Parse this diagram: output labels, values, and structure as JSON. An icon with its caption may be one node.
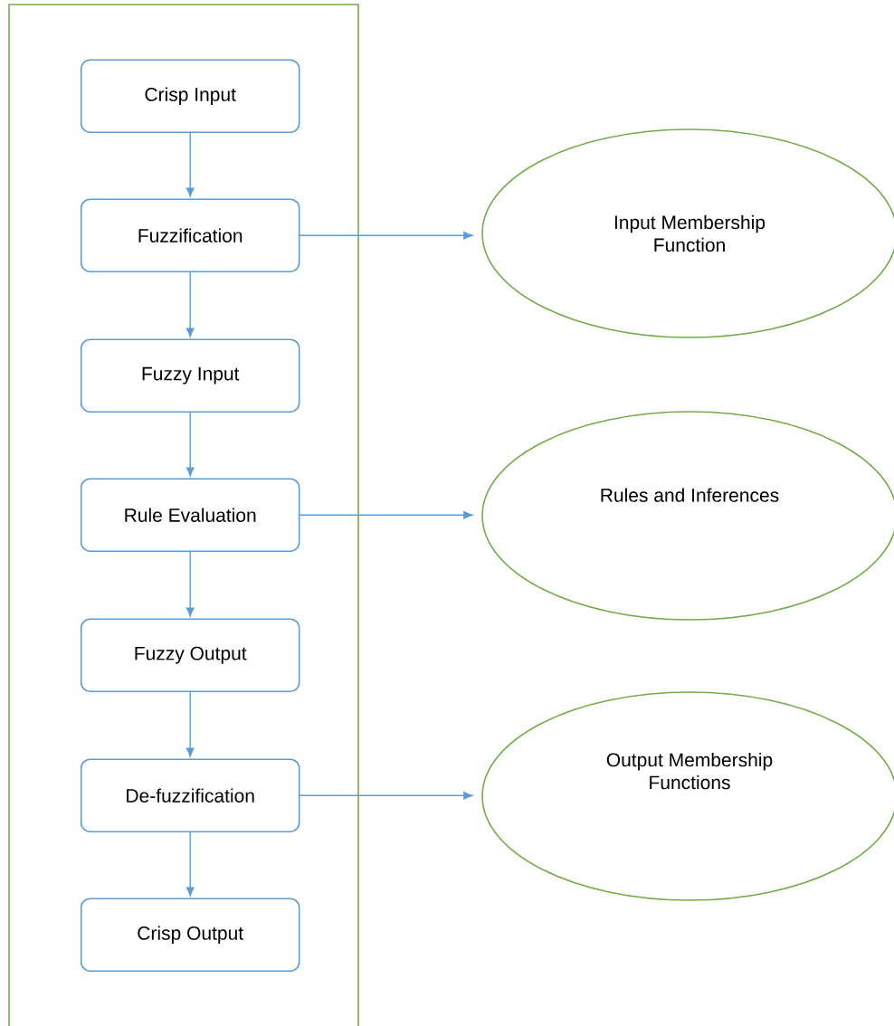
{
  "diagram": {
    "nodes": [
      {
        "text": [],
        "shape": "box"
      },
      {
        "text": [
          "Crisp Input"
        ],
        "in": 0
      },
      {
        "text": [
          "Fuzzification"
        ],
        "in": 0
      },
      {
        "text": [
          "Fuzzy Input"
        ],
        "in": 0
      },
      {
        "text": [
          "Rule Evaluation"
        ],
        "in": 0
      },
      {
        "text": [
          "Fuzzy Output"
        ],
        "in": 0
      },
      {
        "text": [
          "De-fuzzification"
        ],
        "in": 0
      },
      {
        "text": [
          "Crisp Output"
        ],
        "in": 0
      },
      {
        "text": [
          "Input Membership Function"
        ]
      },
      {
        "text": [
          "Rules and Inferences"
        ]
      },
      {
        "text": [
          "Output Membership Functions"
        ]
      }
    ],
    "edges": [
      {
        "from": 1,
        "to": 2,
        "arrow": "to"
      },
      {
        "from": 2,
        "to": 3,
        "arrow": "to"
      },
      {
        "from": 3,
        "to": 4,
        "arrow": "to"
      },
      {
        "from": 4,
        "to": 5,
        "arrow": "to"
      },
      {
        "from": 5,
        "to": 6,
        "arrow": "to"
      },
      {
        "from": 6,
        "to": 7,
        "arrow": "to"
      },
      {
        "from": 2,
        "to": 8,
        "arrow": "to"
      },
      {
        "from": 4,
        "to": 9,
        "arrow": "to"
      },
      {
        "from": 6,
        "to": 10,
        "arrow": "to"
      }
    ]
  }
}
